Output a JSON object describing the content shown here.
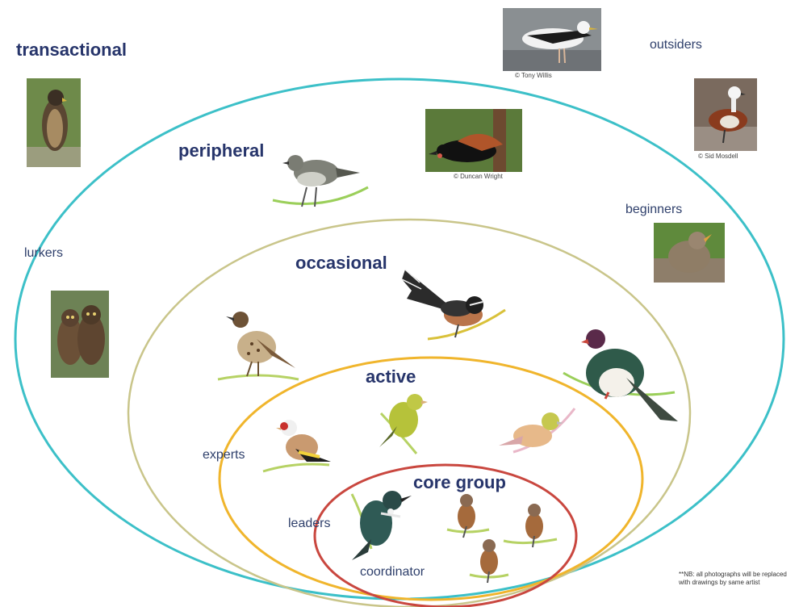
{
  "labels": {
    "transactional": "transactional",
    "peripheral": "peripheral",
    "occasional": "occasional",
    "active": "active",
    "core_group": "core group",
    "outsiders": "outsiders",
    "lurkers": "lurkers",
    "beginners": "beginners",
    "experts": "experts",
    "leaders": "leaders",
    "coordinator": "coordinator"
  },
  "credits": {
    "tony": "© Tony Willis",
    "duncan": "© Duncan Wright",
    "sid": "© Sid Mosdell"
  },
  "note": "**NB: all photographs will be replaced with drawings by same artist",
  "colors": {
    "transactional_ring": "#3cc0c8",
    "peripheral_ring": "#c9c58a",
    "active_ring": "#f0b52c",
    "core_ring": "#c9473f",
    "text": "#27356b"
  }
}
